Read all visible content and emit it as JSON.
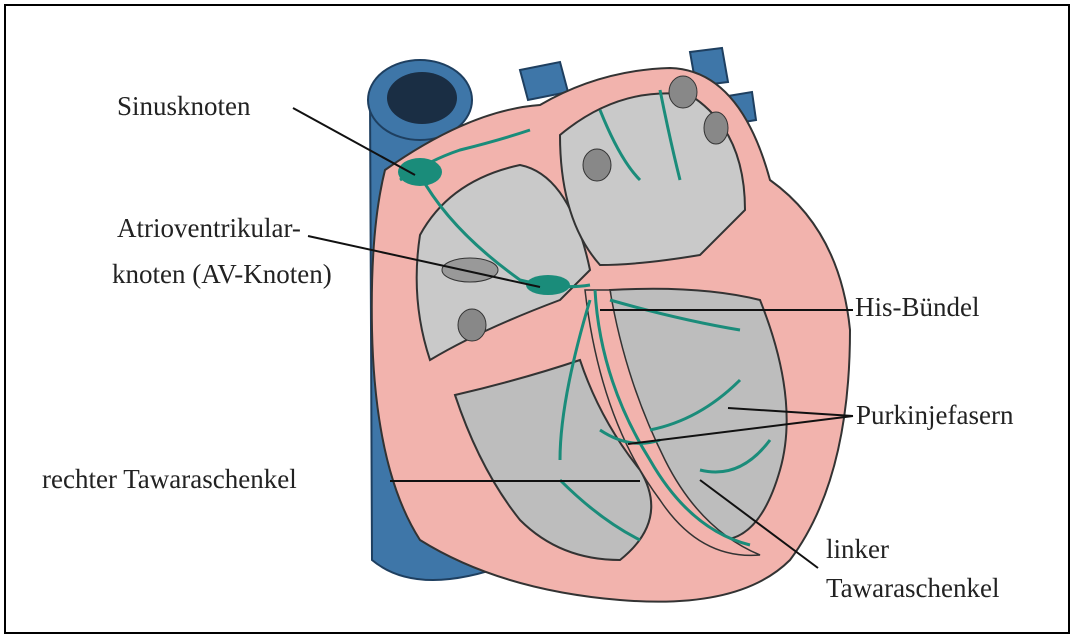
{
  "labels": {
    "sinus_node": "Sinusknoten",
    "av_node_line1": "Atrioventrikular-",
    "av_node_line2": "knoten (AV-Knoten)",
    "his_bundle": "His-Bündel",
    "purkinje_fibers": "Purkinjefasern",
    "right_bundle_branch": "rechter Tawaraschenkel",
    "left_bundle_line1": "linker",
    "left_bundle_line2": "Tawaraschenkel"
  },
  "colors": {
    "myocardium": "#f2b3ad",
    "chamber": "#c9c9c9",
    "vessel": "#3e76a8",
    "conduction": "#1a8c7a",
    "outline": "#333333"
  }
}
